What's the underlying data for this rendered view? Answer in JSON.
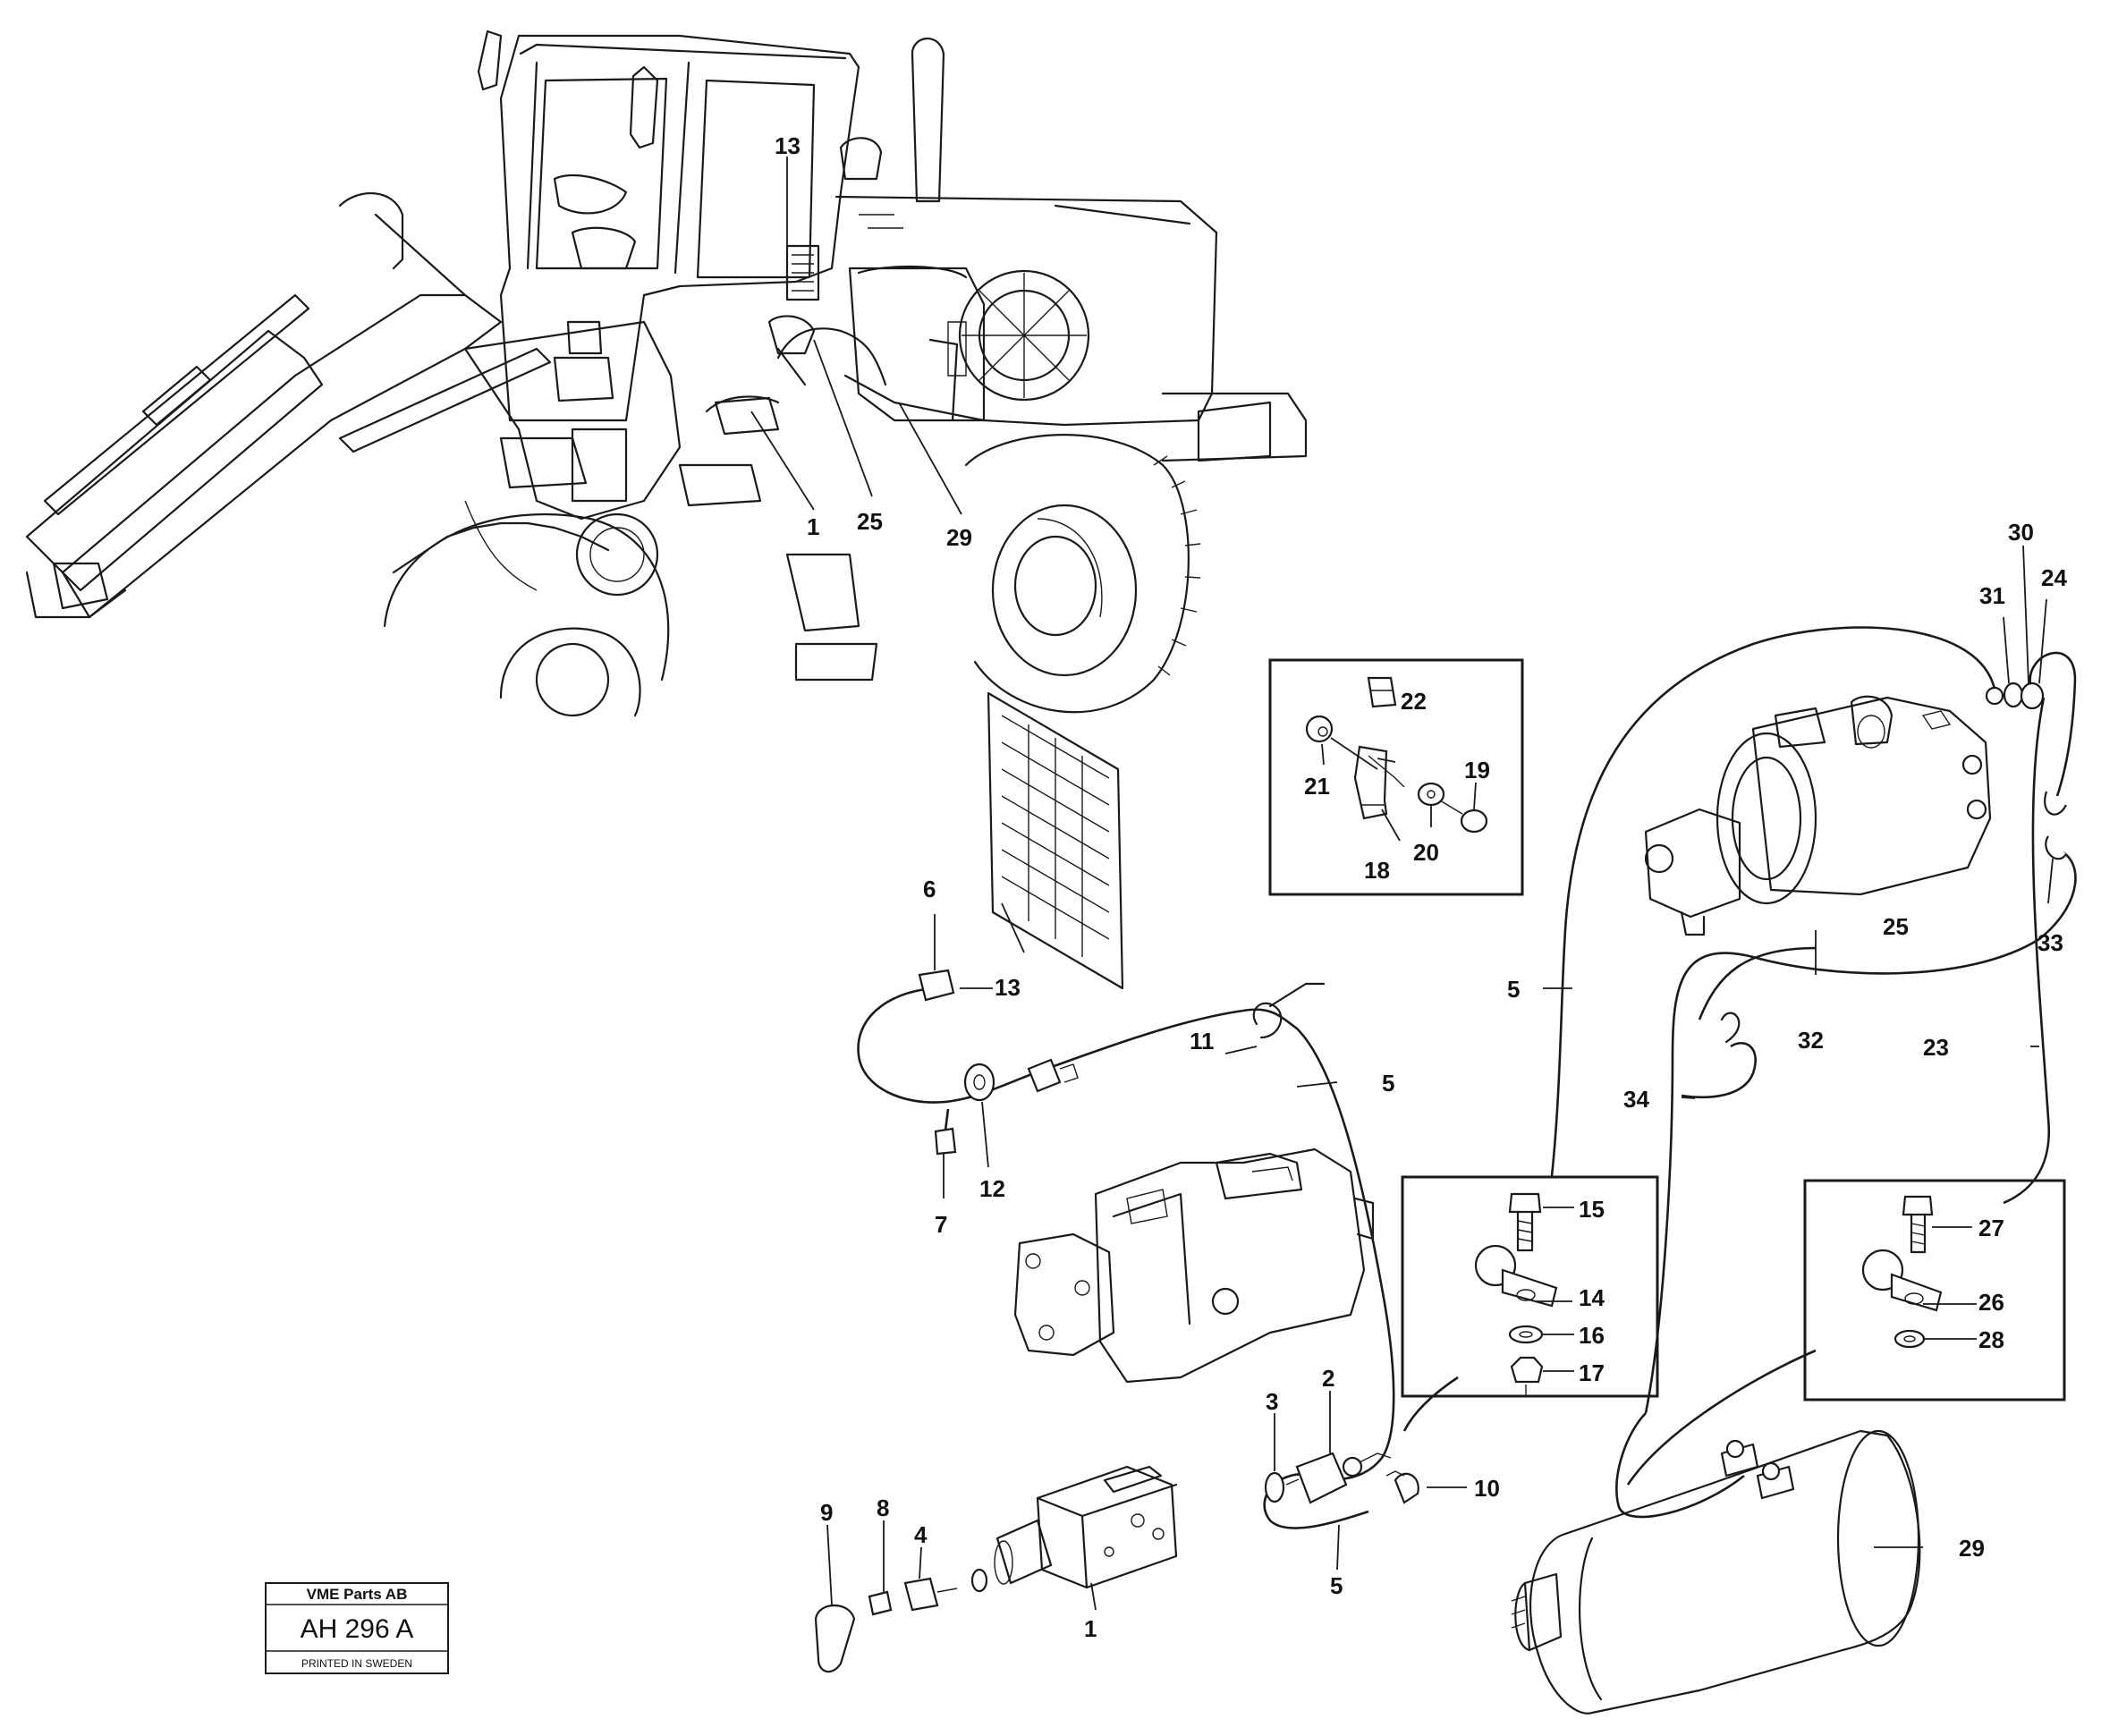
{
  "diagram": {
    "callouts": {
      "c1_top": "1",
      "c25_top": "25",
      "c29_top": "29",
      "c13_top": "13",
      "c22": "22",
      "c21": "21",
      "c19": "19",
      "c20": "20",
      "c18": "18",
      "c30": "30",
      "c31": "31",
      "c24": "24",
      "c25": "25",
      "c33": "33",
      "c5_a": "5",
      "c32": "32",
      "c23": "23",
      "c34": "34",
      "c6": "6",
      "c13": "13",
      "c11": "11",
      "c5_b": "5",
      "c12": "12",
      "c7": "7",
      "c15": "15",
      "c14": "14",
      "c16": "16",
      "c17": "17",
      "c27": "27",
      "c26": "26",
      "c28": "28",
      "c3": "3",
      "c2": "2",
      "c10": "10",
      "c9": "9",
      "c8": "8",
      "c4": "4",
      "c5_c": "5",
      "c1": "1",
      "c29": "29"
    }
  },
  "stamp": {
    "company": "VME Parts AB",
    "code": "AH 296 A",
    "printed": "PRINTED IN SWEDEN"
  }
}
